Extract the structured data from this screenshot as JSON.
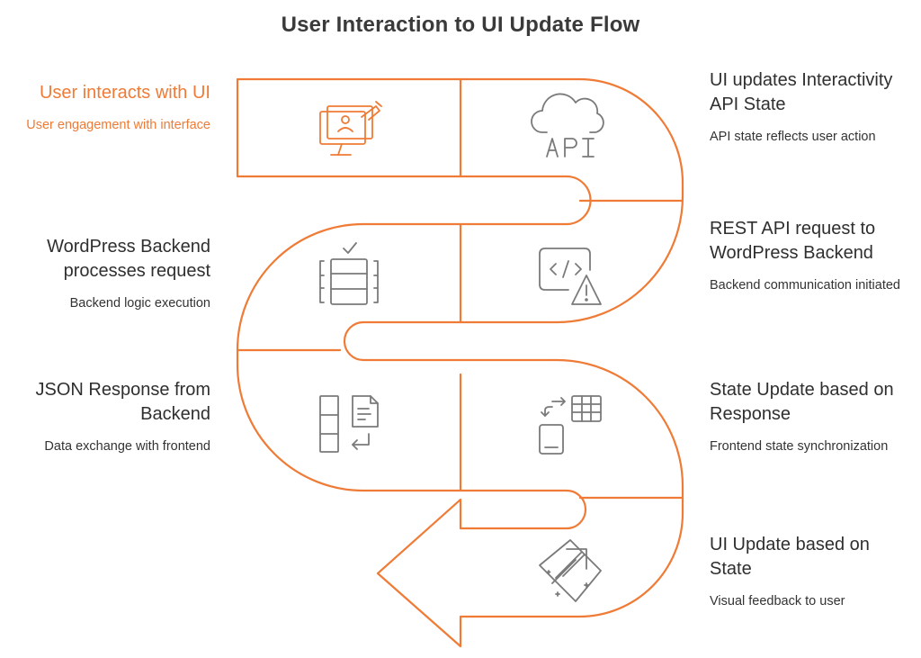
{
  "title": "User Interaction to UI Update Flow",
  "colors": {
    "accent": "#ef7b36",
    "icon": "#7a7a7a",
    "text": "#333333",
    "background": "#ffffff"
  },
  "steps": [
    {
      "heading": "User interacts with UI",
      "description": "User engagement with interface",
      "icon": "touch-monitor-icon",
      "highlighted": true
    },
    {
      "heading": "UI updates Interactivity API State",
      "description": "API state reflects user action",
      "icon": "cloud-api-icon",
      "highlighted": false
    },
    {
      "heading": "REST API request to WordPress Backend",
      "description": "Backend communication initiated",
      "icon": "code-warning-icon",
      "highlighted": false
    },
    {
      "heading": "WordPress Backend processes request",
      "description": "Backend logic execution",
      "icon": "server-check-icon",
      "highlighted": false
    },
    {
      "heading": "JSON Response from Backend",
      "description": "Data exchange with frontend",
      "icon": "document-exchange-icon",
      "highlighted": false
    },
    {
      "heading": "State Update based on Response",
      "description": "Frontend state synchronization",
      "icon": "device-sync-icon",
      "highlighted": false
    },
    {
      "heading": "UI Update based on State",
      "description": "Visual feedback to user",
      "icon": "update-arrow-icon",
      "highlighted": false
    }
  ]
}
